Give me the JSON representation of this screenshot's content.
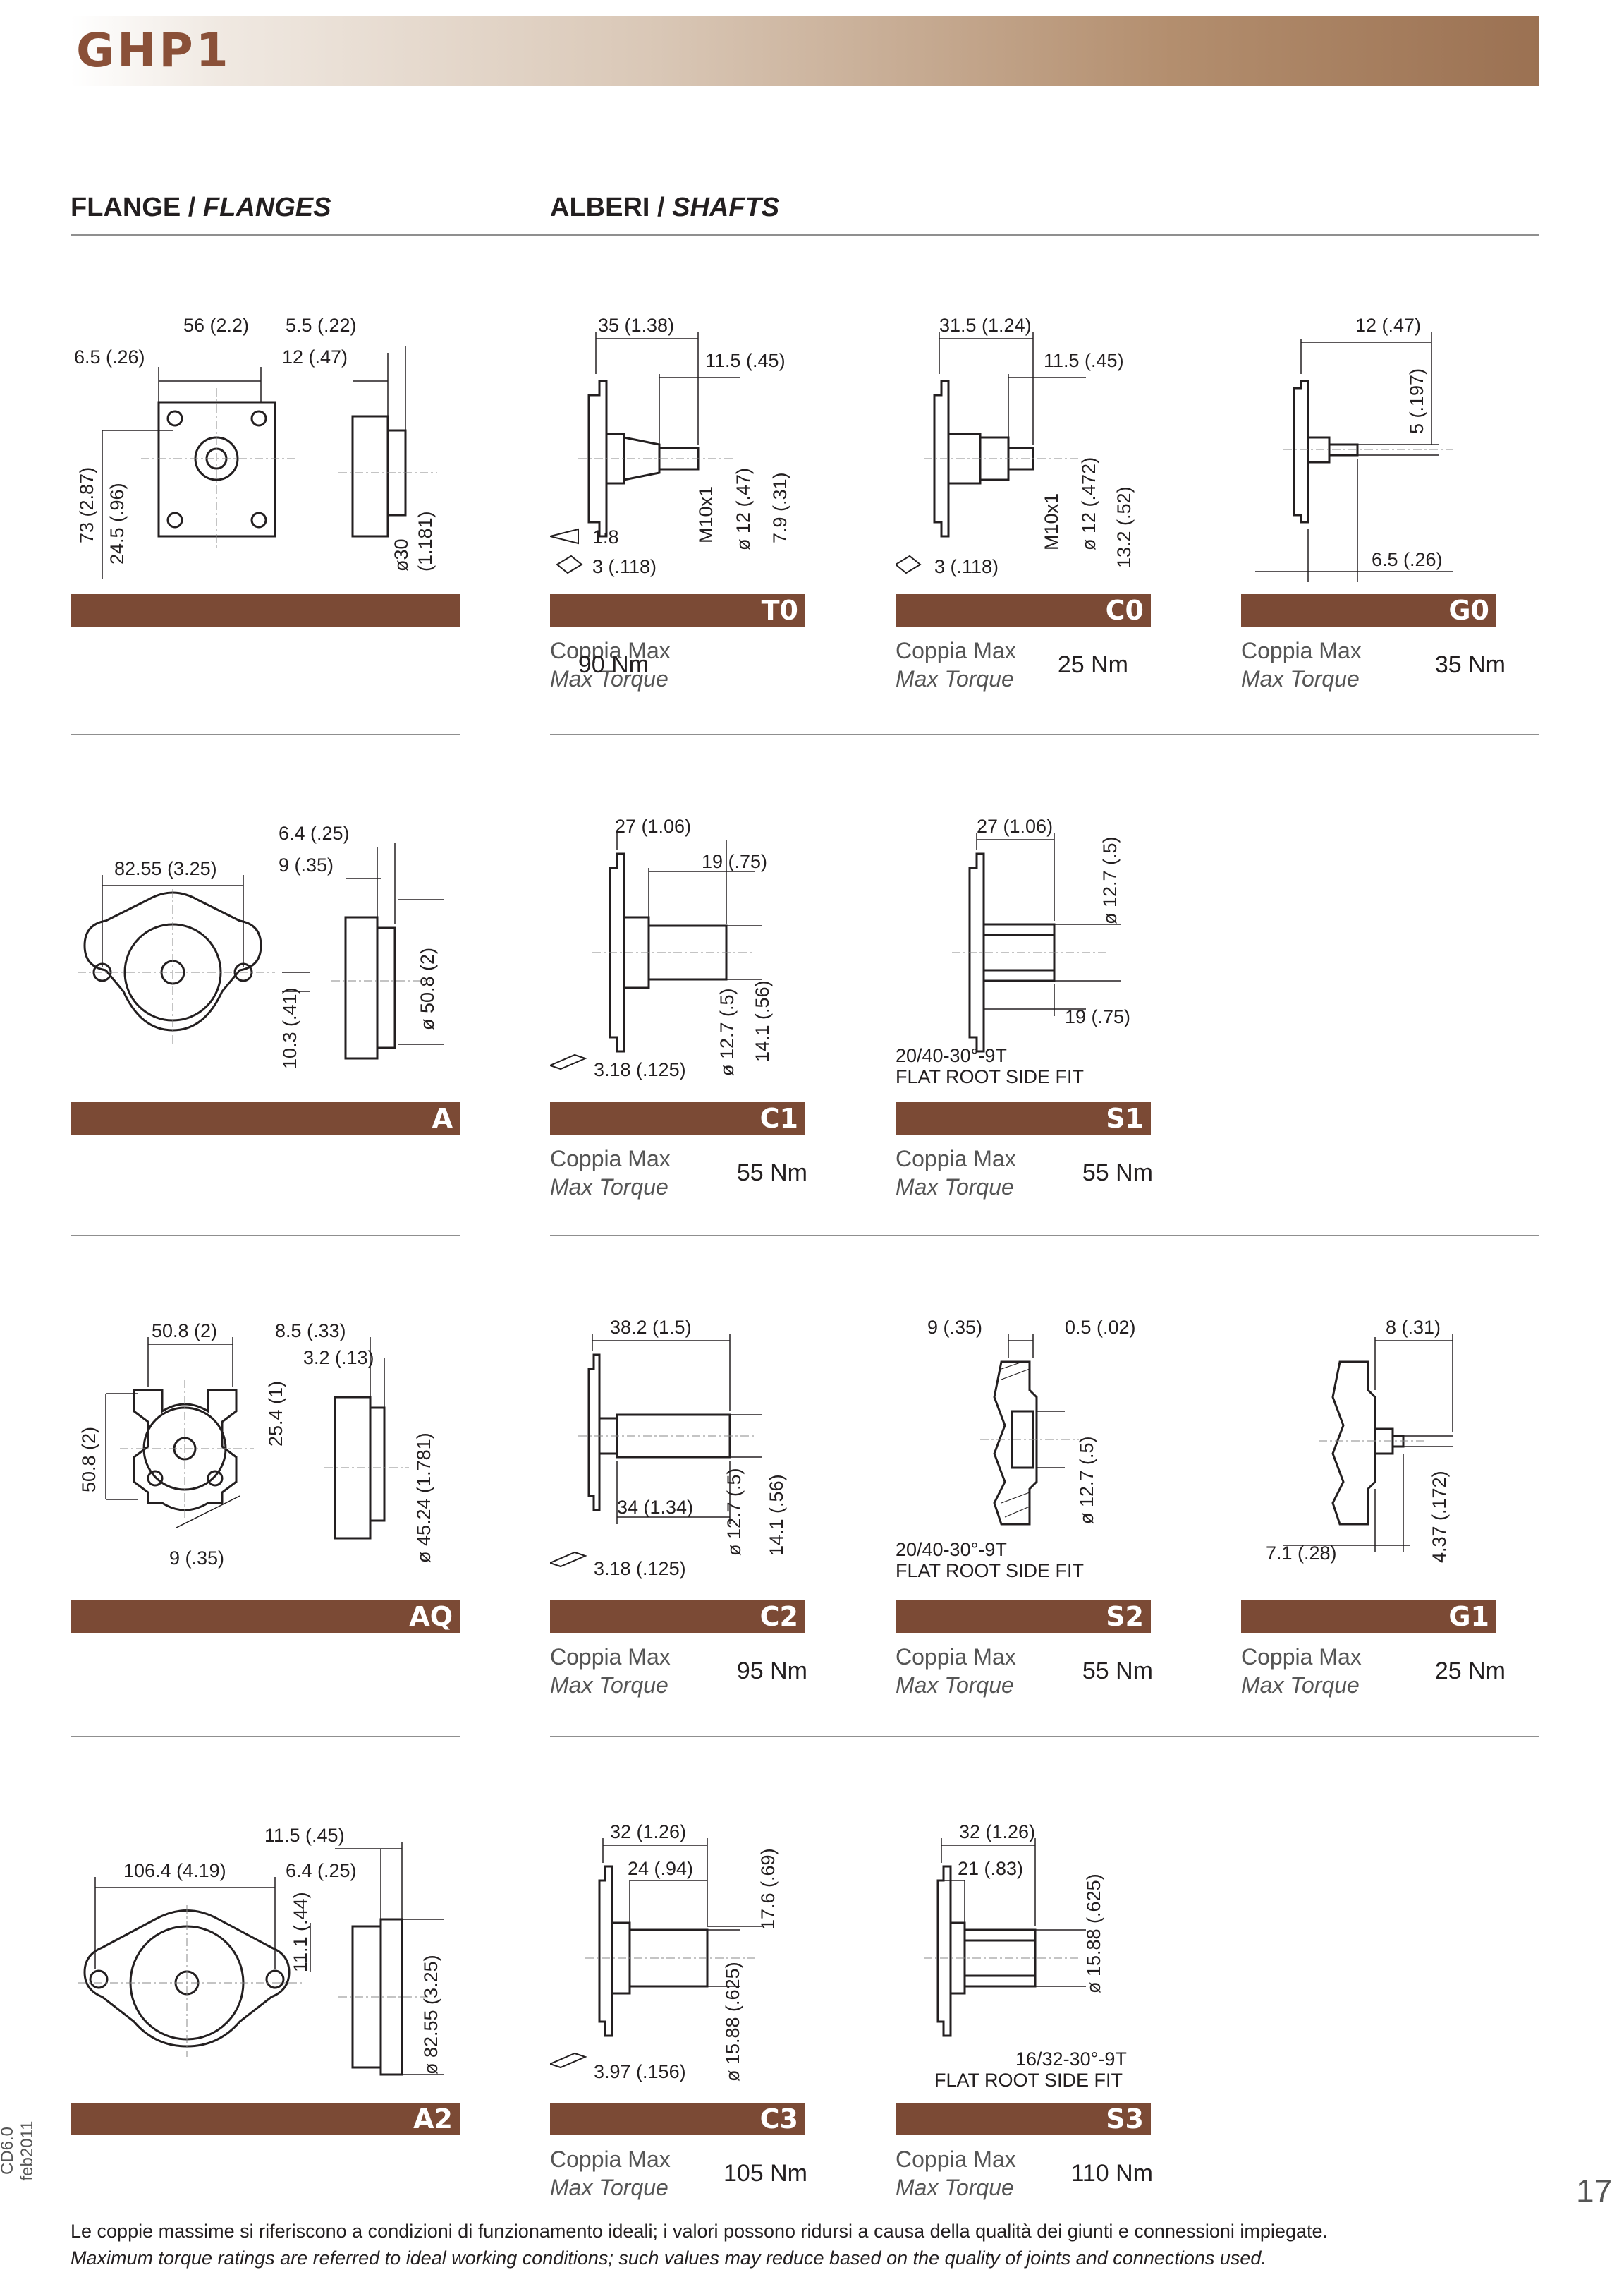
{
  "header": {
    "title": "GHP1"
  },
  "sections": {
    "flanges_it": "FLANGE",
    "flanges_en": "FLANGES",
    "shafts_it": "ALBERI",
    "shafts_en": "SHAFTS",
    "sep": "/"
  },
  "torque_label": {
    "it": "Coppia Max",
    "en": "Max Torque"
  },
  "colors": {
    "bar": "#7b4a35",
    "title": "#8a5038"
  },
  "rows": [
    {
      "flange": {
        "code": "",
        "dims": [
          "6.5 (.26)",
          "56 (2.2)",
          "5.5 (.22)",
          "12 (.47)",
          "73 (2.87)",
          "24.5 (.96)",
          "ø30",
          "(1.181)"
        ]
      },
      "shafts": [
        {
          "code": "T0",
          "torque": "90 Nm",
          "dims": [
            "35 (1.38)",
            "11.5 (.45)",
            "M10x1",
            "ø 12 (.47)",
            "7.9 (.31)",
            "1:8",
            "3 (.118)"
          ]
        },
        {
          "code": "C0",
          "torque": "25 Nm",
          "dims": [
            "31.5 (1.24)",
            "11.5 (.45)",
            "M10x1",
            "ø 12 (.472)",
            "13.2 (.52)",
            "3 (.118)"
          ]
        },
        {
          "code": "G0",
          "torque": "35 Nm",
          "dims": [
            "12 (.47)",
            "5 (.197)",
            "6.5 (.26)"
          ]
        }
      ]
    },
    {
      "flange": {
        "code": "A",
        "dims": [
          "6.4 (.25)",
          "82.55 (3.25)",
          "9 (.35)",
          "ø 50.8 (2)",
          "10.3 (.41)"
        ]
      },
      "shafts": [
        {
          "code": "C1",
          "torque": "55 Nm",
          "dims": [
            "27 (1.06)",
            "19 (.75)",
            "ø 12.7 (.5)",
            "14.1 (.56)",
            "3.18 (.125)"
          ]
        },
        {
          "code": "S1",
          "torque": "55 Nm",
          "dims": [
            "27 (1.06)",
            "ø 12.7 (.5)",
            "19 (.75)",
            "20/40-30°-9T",
            "FLAT ROOT SIDE FIT"
          ]
        }
      ]
    },
    {
      "flange": {
        "code": "AQ",
        "dims": [
          "50.8 (2)",
          "8.5 (.33)",
          "3.2 (.13)",
          "25.4 (1)",
          "50.8 (2)",
          "ø 45.24 (1.781)",
          "9 (.35)"
        ]
      },
      "shafts": [
        {
          "code": "C2",
          "torque": "95 Nm",
          "dims": [
            "38.2 (1.5)",
            "34 (1.34)",
            "ø 12.7 (.5)",
            "14.1 (.56)",
            "3.18 (.125)"
          ]
        },
        {
          "code": "S2",
          "torque": "55 Nm",
          "dims": [
            "9 (.35)",
            "0.5 (.02)",
            "ø 12.7 (.5)",
            "20/40-30°-9T",
            "FLAT ROOT SIDE FIT"
          ]
        },
        {
          "code": "G1",
          "torque": "25 Nm",
          "dims": [
            "8 (.31)",
            "7.1 (.28)",
            "4.37 (.172)"
          ]
        }
      ]
    },
    {
      "flange": {
        "code": "A2",
        "dims": [
          "11.5 (.45)",
          "106.4 (4.19)",
          "6.4 (.25)",
          "11.1 (.44)",
          "ø 82.55 (3.25)"
        ]
      },
      "shafts": [
        {
          "code": "C3",
          "torque": "105 Nm",
          "dims": [
            "32 (1.26)",
            "24 (.94)",
            "17.6 (.69)",
            "ø 15.88 (.625)",
            "3.97 (.156)"
          ]
        },
        {
          "code": "S3",
          "torque": "110 Nm",
          "dims": [
            "32 (1.26)",
            "21 (.83)",
            "ø 15.88 (.625)",
            "16/32-30°-9T",
            "FLAT ROOT SIDE FIT"
          ]
        }
      ]
    }
  ],
  "footer": {
    "it": "Le coppie massime si riferiscono a condizioni di funzionamento ideali; i valori possono ridursi a causa della qualità dei giunti e connessioni impiegate.",
    "en": "Maximum torque ratings are referred to ideal working conditions; such values may reduce based on the quality of joints and connections used."
  },
  "page_number": "17",
  "side_code": "CD6.0 feb2011"
}
